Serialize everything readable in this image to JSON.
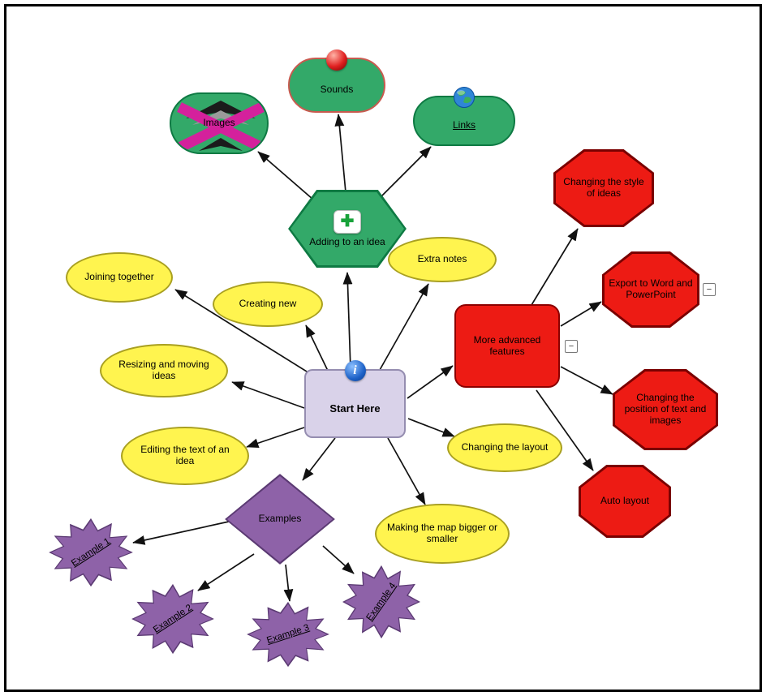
{
  "diagram": {
    "nodes": {
      "start": {
        "label": "Start Here"
      },
      "adding": {
        "label": "Adding to an idea"
      },
      "images": {
        "label": "Images"
      },
      "sounds": {
        "label": "Sounds"
      },
      "links": {
        "label": "Links"
      },
      "joining": {
        "label": "Joining together"
      },
      "creating": {
        "label": "Creating new"
      },
      "resizing": {
        "label": "Resizing and moving ideas"
      },
      "editing": {
        "label": "Editing the text of an idea"
      },
      "extra_notes": {
        "label": "Extra notes"
      },
      "changing_layout": {
        "label": "Changing the layout"
      },
      "making_bigger": {
        "label": "Making the map bigger or smaller"
      },
      "advanced": {
        "label": "More advanced features"
      },
      "style_ideas": {
        "label": "Changing the style of ideas"
      },
      "export_word": {
        "label": "Export to Word and PowerPoint"
      },
      "position_text": {
        "label": "Changing the position of text and images"
      },
      "auto_layout": {
        "label": "Auto layout"
      },
      "examples": {
        "label": "Examples"
      },
      "example1": {
        "label": "Example 1"
      },
      "example2": {
        "label": "Example 2"
      },
      "example3": {
        "label": "Example 3"
      },
      "example4": {
        "label": "Example 4"
      }
    },
    "edges": [
      {
        "from": "start",
        "to": "adding"
      },
      {
        "from": "start",
        "to": "extra_notes"
      },
      {
        "from": "start",
        "to": "advanced"
      },
      {
        "from": "start",
        "to": "changing_layout"
      },
      {
        "from": "start",
        "to": "making_bigger"
      },
      {
        "from": "start",
        "to": "examples"
      },
      {
        "from": "start",
        "to": "editing"
      },
      {
        "from": "start",
        "to": "resizing"
      },
      {
        "from": "start",
        "to": "creating"
      },
      {
        "from": "start",
        "to": "joining"
      },
      {
        "from": "adding",
        "to": "images"
      },
      {
        "from": "adding",
        "to": "sounds"
      },
      {
        "from": "adding",
        "to": "links"
      },
      {
        "from": "advanced",
        "to": "style_ideas"
      },
      {
        "from": "advanced",
        "to": "export_word"
      },
      {
        "from": "advanced",
        "to": "position_text"
      },
      {
        "from": "advanced",
        "to": "auto_layout"
      },
      {
        "from": "examples",
        "to": "example1"
      },
      {
        "from": "examples",
        "to": "example2"
      },
      {
        "from": "examples",
        "to": "example3"
      },
      {
        "from": "examples",
        "to": "example4"
      }
    ],
    "collapse_button_label": "−",
    "icons": {
      "info_glyph": "i",
      "plus_glyph": "✚"
    },
    "colors": {
      "yellow_fill": "#FFF44F",
      "yellow_border": "#A9A021",
      "green_fill": "#33A969",
      "green_border": "#0E7A43",
      "sounds_border": "#C85A4F",
      "red_fill": "#ED1B14",
      "red_border": "#8B0000",
      "purple_fill": "#8E62A8",
      "purple_border": "#5B3A73",
      "center_fill": "#D9D2E9",
      "center_border": "#958DB0"
    }
  }
}
